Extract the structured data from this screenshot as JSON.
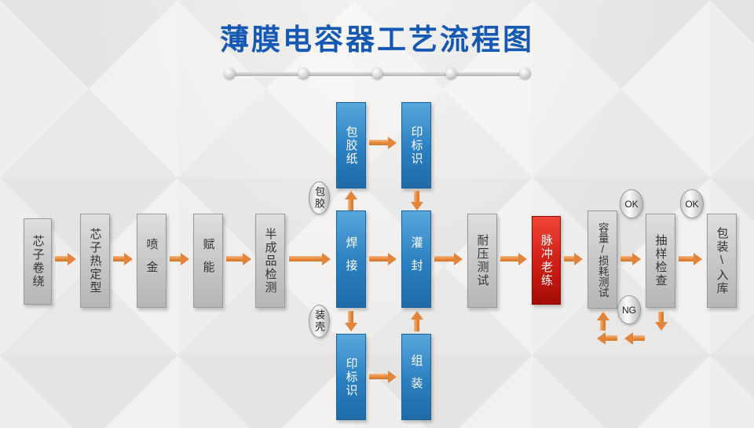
{
  "title": "薄膜电容器工艺流程图",
  "colors": {
    "title_blue": "#1659b5",
    "arrow_orange": "#e2843a",
    "process_blue": "#2b7fc0",
    "alert_red": "#cf1d14",
    "neutral_gray": "#c8c8c8"
  },
  "main_flow": {
    "nodes": [
      {
        "id": "core-winding",
        "label": "芯子卷绕",
        "type": "gray"
      },
      {
        "id": "core-heat-setting",
        "label": "芯子热定型",
        "type": "gray"
      },
      {
        "id": "metal-spraying",
        "label": "喷金",
        "type": "gray"
      },
      {
        "id": "energizing",
        "label": "赋能",
        "type": "gray"
      },
      {
        "id": "semi-finished-inspection",
        "label": "半成品检测",
        "type": "gray"
      },
      {
        "id": "welding",
        "label": "焊接",
        "type": "blue"
      },
      {
        "id": "potting",
        "label": "灌封",
        "type": "blue"
      },
      {
        "id": "withstand-voltage-test",
        "label": "耐压测试",
        "type": "gray"
      },
      {
        "id": "pulse-aging",
        "label": "脉冲老练",
        "type": "red"
      },
      {
        "id": "capacity-loss-test",
        "label": "容量/损耗测试",
        "type": "gray"
      },
      {
        "id": "sampling-inspection",
        "label": "抽样检查",
        "type": "gray"
      },
      {
        "id": "packing-warehousing",
        "label": "包装\\入库",
        "type": "gray"
      }
    ]
  },
  "top_branch": {
    "tag": "包胶",
    "nodes": [
      {
        "id": "wrapping-tape",
        "label": "包胶纸"
      },
      {
        "id": "print-mark-top",
        "label": "印标识"
      }
    ]
  },
  "bottom_branch": {
    "tag": "装壳",
    "nodes": [
      {
        "id": "print-mark-bottom",
        "label": "印标识"
      },
      {
        "id": "assembly",
        "label": "组装"
      }
    ]
  },
  "result_tags": {
    "ok_1": "OK",
    "ok_2": "OK",
    "ng": "NG"
  }
}
